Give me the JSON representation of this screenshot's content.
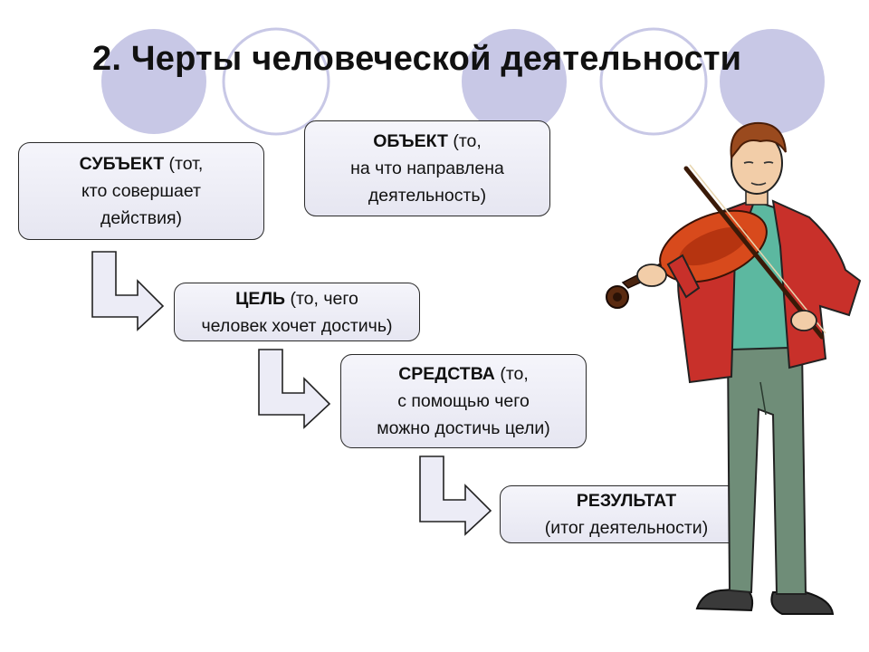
{
  "title": "2. Черты человеческой деятельности",
  "boxes": {
    "subject": {
      "term": "СУБЪЕКТ",
      "line1": " (тот,",
      "line2": "кто совершает",
      "line3": "действия)"
    },
    "object": {
      "term": "ОБЪЕКТ",
      "line1": " (то,",
      "line2": "на что направлена",
      "line3": "деятельность)"
    },
    "goal": {
      "term": "ЦЕЛЬ",
      "line1": " (то, чего",
      "line2": "человек хочет достичь)"
    },
    "means": {
      "term": "СРЕДСТВА",
      "line1": " (то,",
      "line2": "с помощью чего",
      "line3": "можно достичь цели)"
    },
    "result": {
      "term": "РЕЗУЛЬТАТ",
      "line2": "(итог деятельности)"
    }
  },
  "colors": {
    "circle_fill": "#c8c8e6",
    "box_border": "#2a2a2a",
    "jacket": "#c8302a",
    "shirt": "#5cb8a0",
    "trousers": "#6f8d78",
    "violin": "#d84a1c"
  },
  "illustration": {
    "icon": "violinist-icon"
  }
}
